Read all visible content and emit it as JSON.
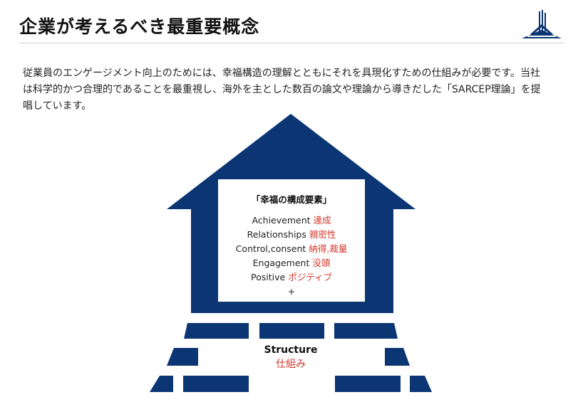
{
  "header": {
    "title": "企業が考えるべき最重要概念"
  },
  "intro": {
    "text": "従業員のエンゲージメント向上のためには、幸福構造の理解とともにそれを具現化すための仕組みが必要です。当社は科学的かつ合理的であることを最重視し、海外を主とした数百の論文や理論から導きだした「SARCEP理論」を提唱しています。"
  },
  "diagram": {
    "box_title": "「幸福の構成要素」",
    "elements": [
      {
        "en": "Achievement",
        "jp": "達成"
      },
      {
        "en": "Relationships",
        "jp": "親密性"
      },
      {
        "en": "Control,consent",
        "jp": "納得,裁量"
      },
      {
        "en": "Engagement",
        "jp": "没頭"
      },
      {
        "en": "Positive",
        "jp": "ポジティブ"
      }
    ],
    "plus": "+",
    "foundation_en": "Structure",
    "foundation_jp": "仕組み"
  },
  "colors": {
    "navy": "#0b3573",
    "accent_red": "#d0392b",
    "rule": "#cfcfcf"
  },
  "icons": {
    "logo": "tower-logo-icon"
  }
}
